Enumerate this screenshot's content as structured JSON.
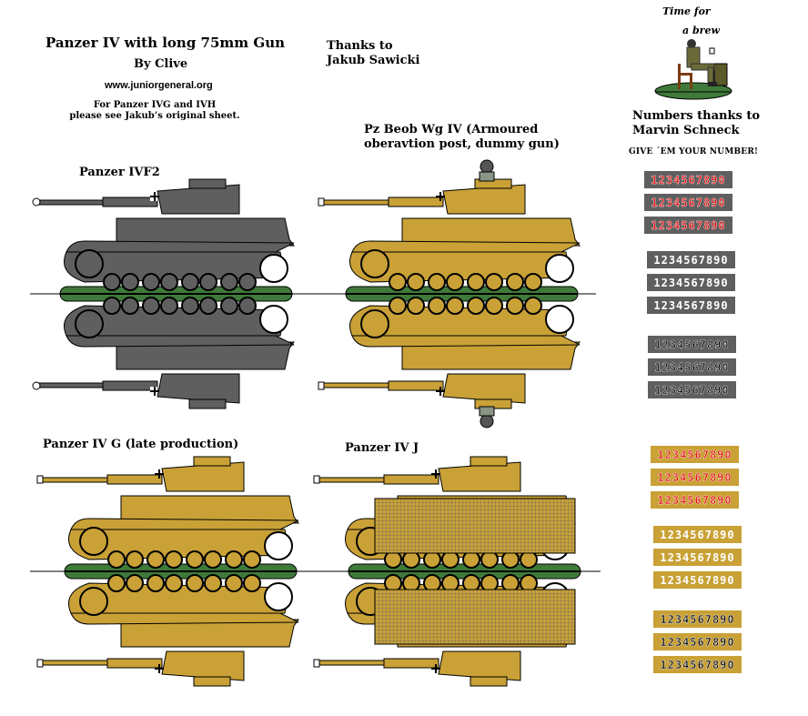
{
  "header": {
    "title": "Panzer IV with long 75mm Gun",
    "author": "By Clive",
    "website": "www.juniorgeneral.org",
    "note_line1": "For Panzer IVG and IVH",
    "note_line2": "please see Jakub’s original sheet.",
    "thanks_line1": "Thanks to",
    "thanks_line2": "Jakub Sawicki"
  },
  "brew": {
    "line1": "Time for",
    "line2": "a brew"
  },
  "numbers_credit": {
    "line1": "Numbers thanks to",
    "line2": "Marvin Schneck",
    "slogan": "GIVE ´EM YOUR NUMBER!"
  },
  "tanks": [
    {
      "label": "Panzer IVF2",
      "color": "#5f5f5f"
    },
    {
      "label_line1": "Pz Beob Wg IV (Armoured",
      "label_line2": "oberavtion post, dummy gun)",
      "color": "#c9a136"
    },
    {
      "label": "Panzer IV G (late production)",
      "color": "#c9a136"
    },
    {
      "label": "Panzer IV J",
      "color": "#c9a136"
    }
  ],
  "number_strips": {
    "digits": "1234567890",
    "grey_background": "#5f5f5f",
    "yellow_background": "#c9a136",
    "grey_groups": [
      {
        "text_color": "#e00000",
        "count": 3
      },
      {
        "text_color": "#ffffff",
        "count": 3
      },
      {
        "text_color": "#000000",
        "count": 3
      }
    ],
    "yellow_groups": [
      {
        "text_color": "#e00000",
        "count": 3
      },
      {
        "text_color": "#ffffff",
        "count": 3
      },
      {
        "text_color": "#000000",
        "count": 3
      }
    ]
  },
  "colors": {
    "grey_tank": "#5f5f5f",
    "yellow_tank": "#c9a136",
    "ground_green": "#3f7a3a",
    "red_digits": "#e00000"
  }
}
